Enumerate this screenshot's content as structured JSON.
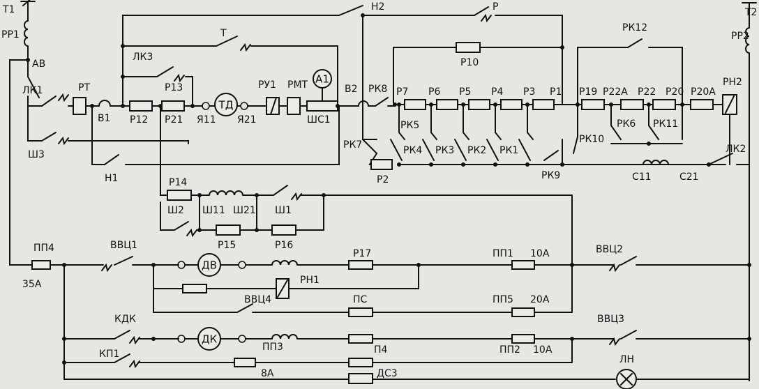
{
  "labels": {
    "t1": "T1",
    "t2": "T2",
    "rp1": "PP1",
    "rp2": "PP2",
    "av": "AB",
    "lk1": "ЛК1",
    "rt": "PT",
    "v1": "B1",
    "lk3": "ЛК3",
    "t": "T",
    "r13": "P13",
    "r12": "P12",
    "r21": "P21",
    "ya11": "Я11",
    "td": "ТД",
    "ya21": "Я21",
    "ru1": "РУ1",
    "rmt": "РМТ",
    "a1": "A1",
    "shc1": "ШС1",
    "v2": "B2",
    "n2": "H2",
    "p": "P",
    "rk8": "РК8",
    "r10": "P10",
    "r7": "P7",
    "r6": "P6",
    "r5": "P5",
    "r4": "P4",
    "r3": "P3",
    "r1": "P1",
    "rk5": "РК5",
    "rk7": "РК7",
    "rk4": "РК4",
    "rk3": "РК3",
    "rk2": "РК2",
    "rk1": "РК1",
    "r2": "P2",
    "rk9": "РК9",
    "rk12": "РК12",
    "r19": "P19",
    "r22a": "P22A",
    "r22": "P22",
    "r20": "P20",
    "r20a": "P20A",
    "rn2": "PH2",
    "rk10": "РК10",
    "rk6": "РК6",
    "rk11": "РК11",
    "lk2": "ЛК2",
    "c11": "C11",
    "c21": "C21",
    "sh3": "Ш3",
    "n1": "H1",
    "r14": "P14",
    "sh2": "Ш2",
    "sh11": "Ш11",
    "sh21": "Ш21",
    "sh1": "Ш1",
    "r15": "P15",
    "r16": "P16",
    "pp4": "ПП4",
    "a35": "35A",
    "vvc1": "ВВЦ1",
    "dv": "ДВ",
    "r17": "P17",
    "pp1": "ПП1",
    "a10a": "10A",
    "vvc2": "ВВЦ2",
    "rn1": "PH1",
    "vvc4": "ВВЦ4",
    "ps": "ПС",
    "pp5": "ПП5",
    "a20": "20A",
    "kdk": "КДК",
    "dk": "ДК",
    "pp3": "ПП3",
    "vvc3": "ВВЦ3",
    "kp1": "КП1",
    "p4": "П4",
    "pp2": "ПП2",
    "a10b": "10A",
    "a8": "8A",
    "ds3": "ДС3",
    "ln": "ЛН"
  }
}
